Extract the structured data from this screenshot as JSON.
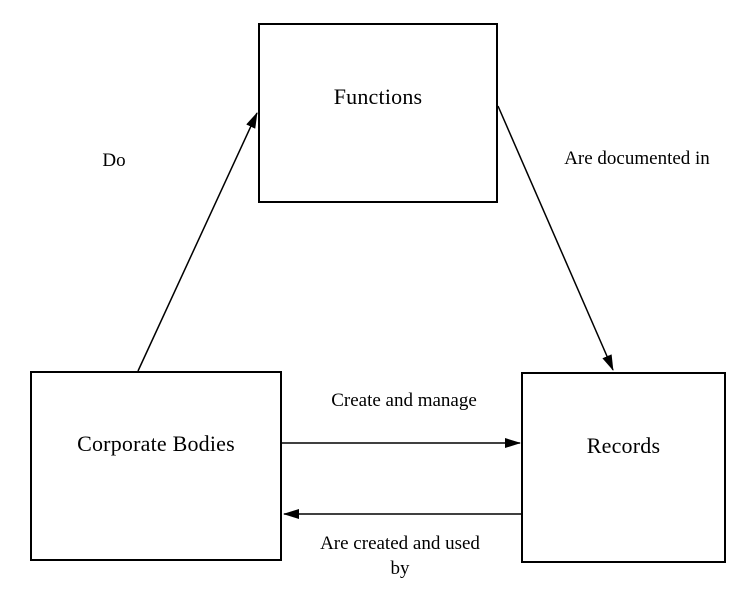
{
  "diagram": {
    "nodes": {
      "functions": {
        "label": "Functions"
      },
      "corporate_bodies": {
        "label": "Corporate Bodies"
      },
      "records": {
        "label": "Records"
      }
    },
    "edges": {
      "do": {
        "label": "Do",
        "from": "Corporate Bodies",
        "to": "Functions"
      },
      "documented": {
        "label": "Are documented in",
        "from": "Functions",
        "to": "Records"
      },
      "create": {
        "label": "Create and manage",
        "from": "Corporate Bodies",
        "to": "Records"
      },
      "used": {
        "label": "Are created and used by",
        "from": "Records",
        "to": "Corporate Bodies"
      }
    }
  },
  "colors": {
    "background": "#ffffff",
    "line": "#000000",
    "text": "#000000"
  }
}
